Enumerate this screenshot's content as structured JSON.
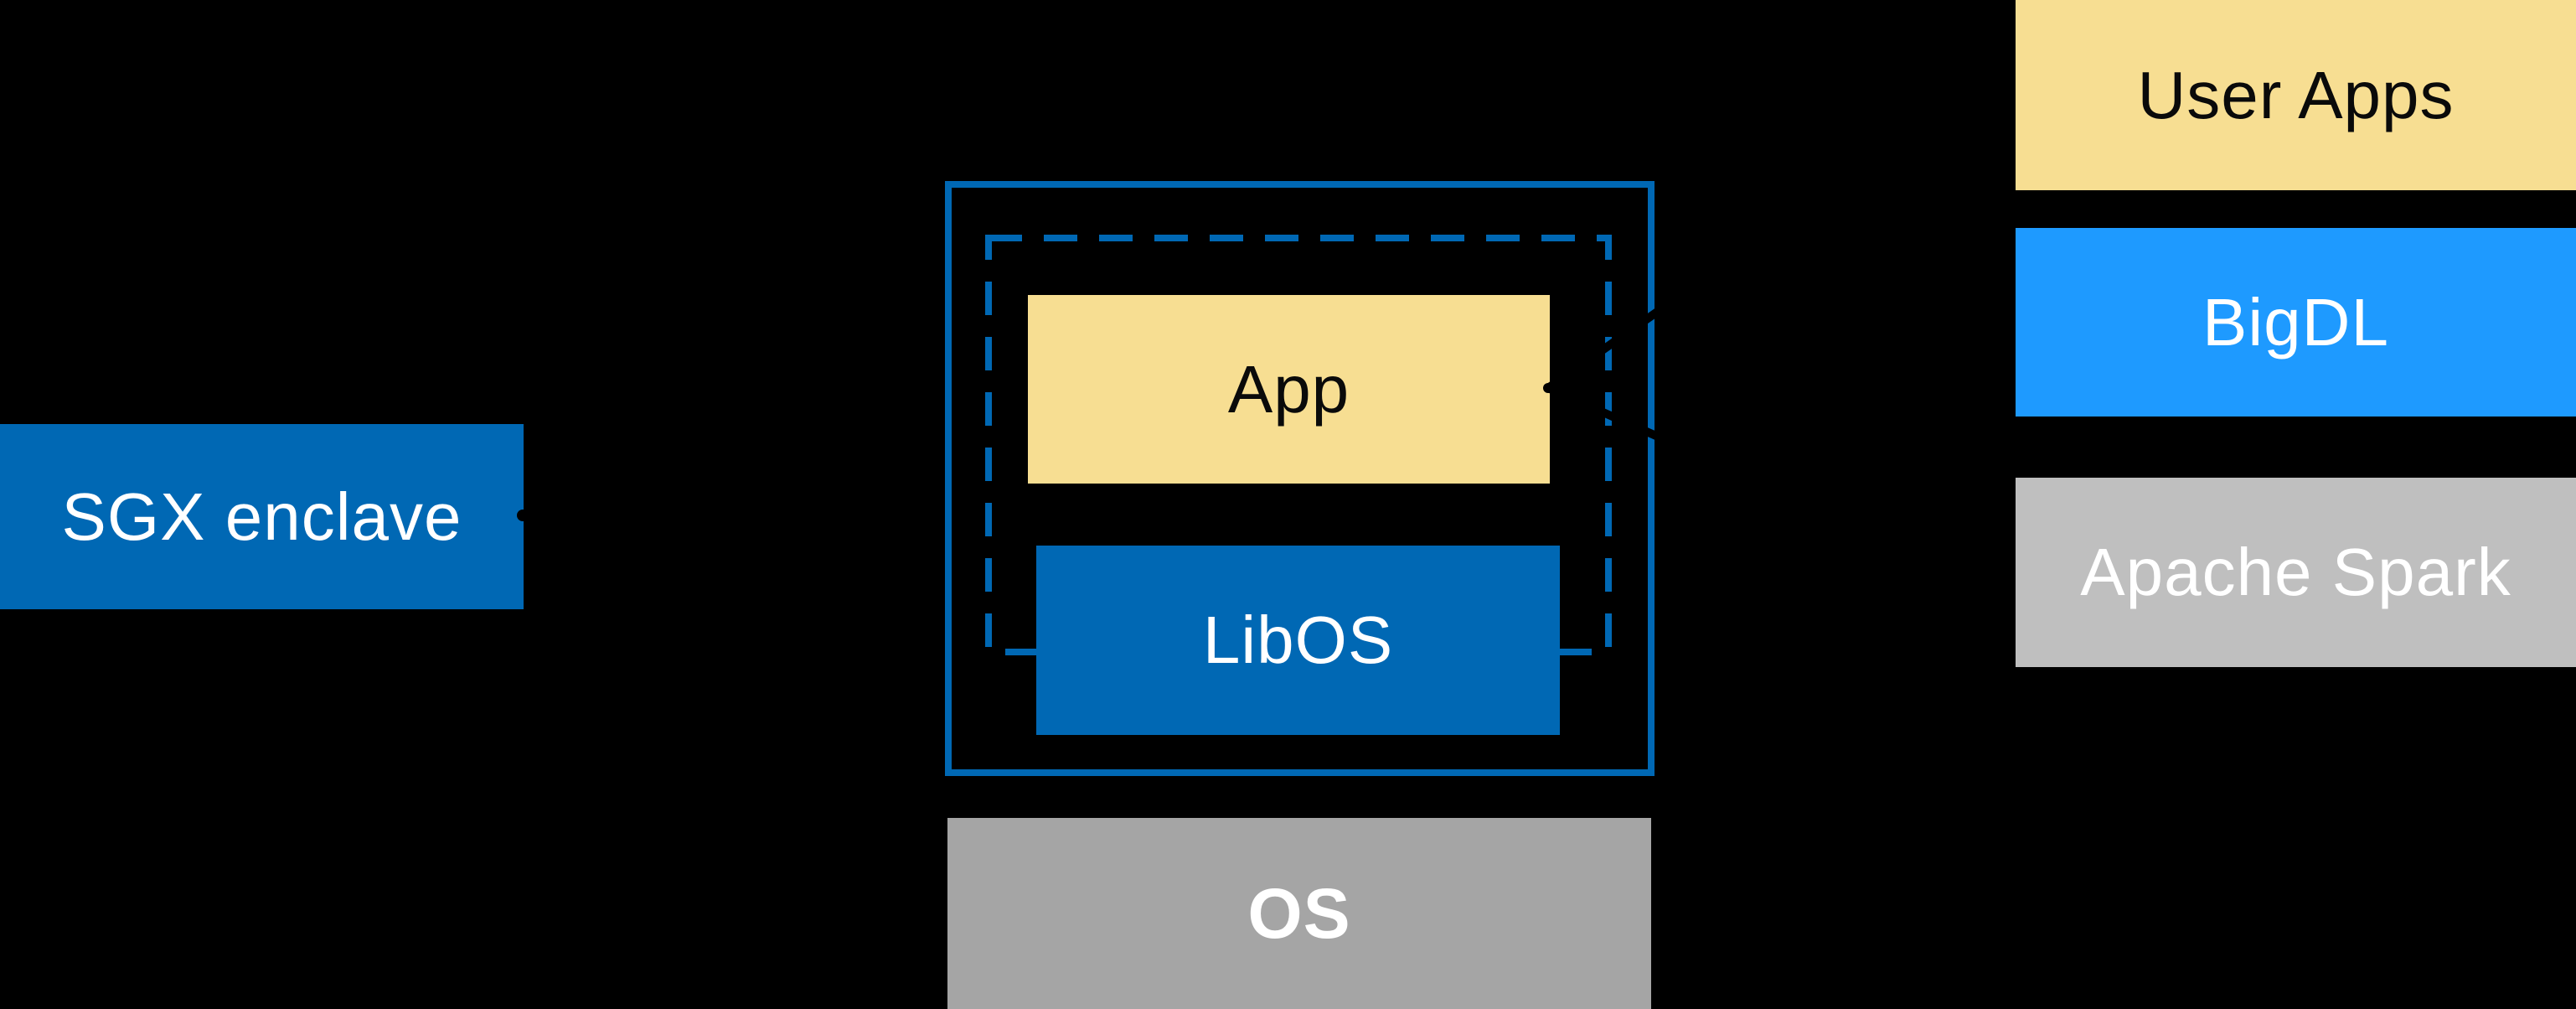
{
  "diagram": {
    "background": "#000000",
    "colors": {
      "intel_blue": "#0068B4",
      "azure_blue": "#1E9AFF",
      "soft_yellow": "#F7DE92",
      "os_gray": "#A5A5A5",
      "spark_gray": "#BFBFBF",
      "white_text": "#FFFFFF",
      "black_text": "#0A0A0A",
      "annotation_black": "#000000"
    },
    "boxes": {
      "sgx_enclave": {
        "label": "SGX enclave",
        "fill": "#0068B4",
        "text_color": "#FFFFFF"
      },
      "app": {
        "label": "App",
        "fill": "#F7DE92",
        "text_color": "#0A0A0A"
      },
      "libos": {
        "label": "LibOS",
        "fill": "#0068B4",
        "text_color": "#FFFFFF"
      },
      "os": {
        "label": "OS",
        "fill": "#A5A5A5",
        "text_color": "#FFFFFF",
        "bold": true
      },
      "user_apps": {
        "label": "User Apps",
        "fill": "#F7DE92",
        "text_color": "#0A0A0A"
      },
      "bigdl": {
        "label": "BigDL",
        "fill": "#1E9AFF",
        "text_color": "#FFFFFF"
      },
      "apache_spark": {
        "label": "Apache Spark",
        "fill": "#BFBFBF",
        "text_color": "#FFFFFF"
      }
    },
    "enclave_group": {
      "outer_border_style": "solid",
      "inner_border_style": "dashed",
      "border_color": "#0068B4"
    },
    "connectors": {
      "sgx_dot": {
        "shape": "filled-circle",
        "color": "#000000"
      },
      "app_dot": {
        "shape": "filled-circle",
        "color": "#000000"
      },
      "sgx_to_enclave": {
        "style": "dotted",
        "color": "#000000"
      },
      "user_apps_to_app": {
        "style": "solid",
        "color": "#000000"
      },
      "apache_spark_to_app": {
        "style": "solid",
        "color": "#000000"
      }
    }
  }
}
